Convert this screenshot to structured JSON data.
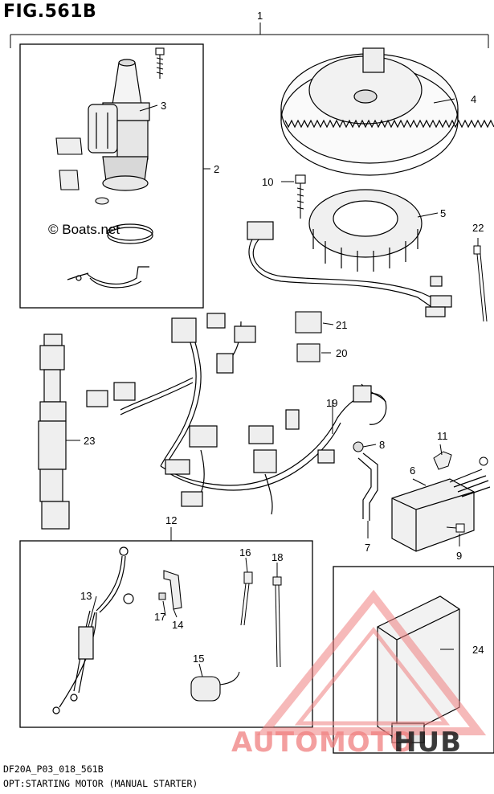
{
  "figure": {
    "title": "FIG.561B",
    "footer_line1": "DF20A_P03_018_561B",
    "footer_line2": "OPT:STARTING MOTOR (MANUAL STARTER)",
    "copyright": "© Boats.net"
  },
  "callouts": [
    "1",
    "2",
    "3",
    "4",
    "5",
    "6",
    "7",
    "8",
    "9",
    "10",
    "11",
    "12",
    "13",
    "14",
    "15",
    "16",
    "17",
    "18",
    "19",
    "20",
    "21",
    "22",
    "23",
    "24"
  ],
  "watermark": {
    "brand_left": "AUTOMOTO",
    "brand_right": "HUB",
    "color": "#f08080",
    "hub_color": "#1a1a1a"
  },
  "colors": {
    "line": "#000000",
    "paper": "#ffffff"
  }
}
